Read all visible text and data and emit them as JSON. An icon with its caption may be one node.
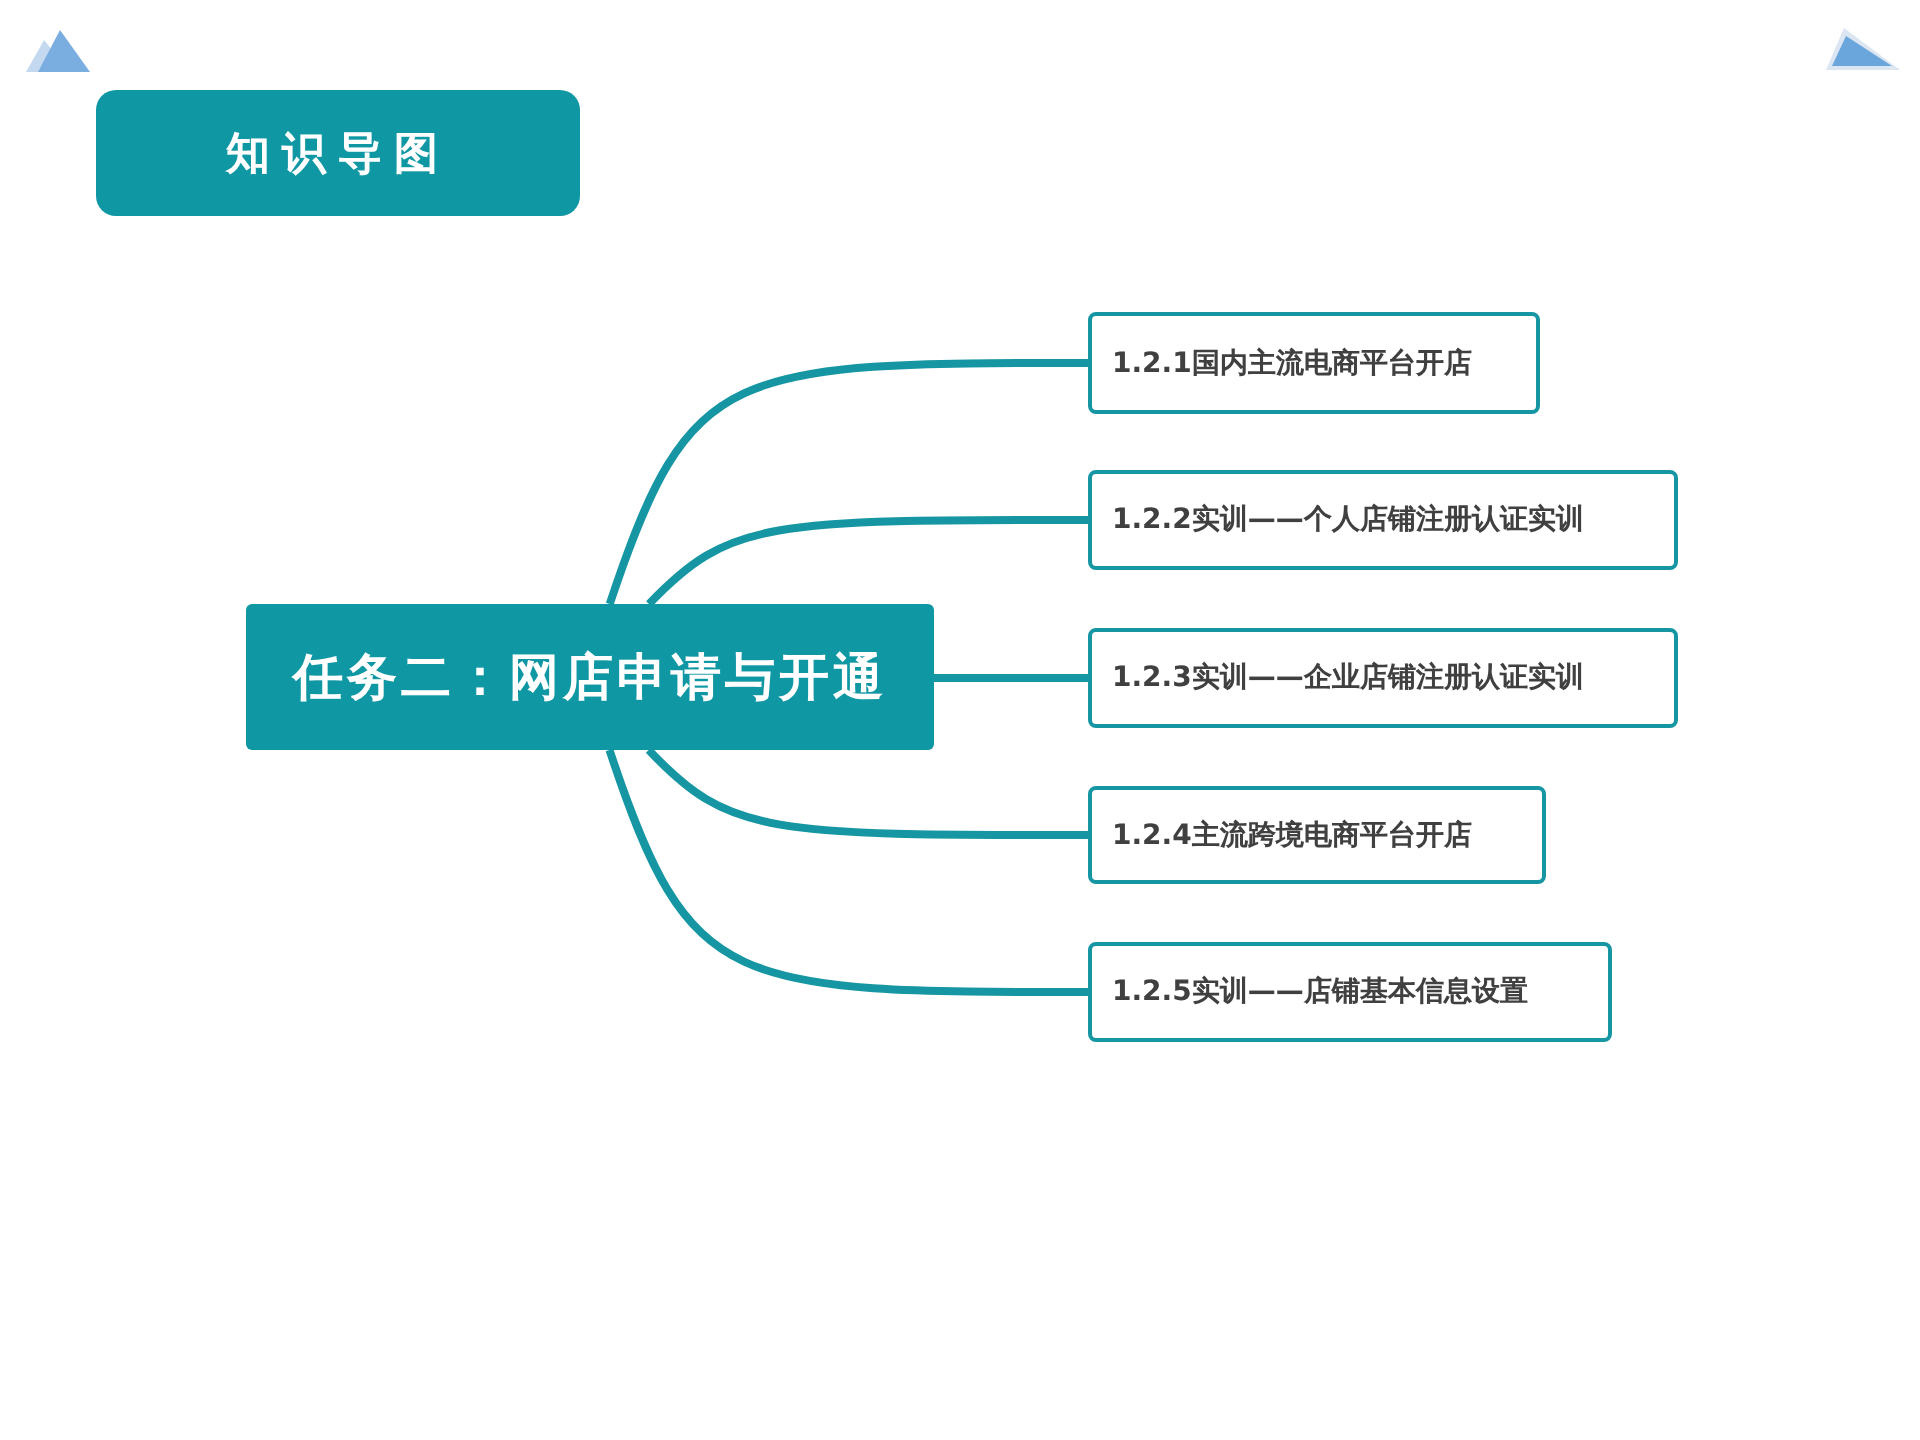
{
  "diagram": {
    "title": "知识导图",
    "nodes": [
      {
        "text": [
          "任务二：网店申请与开通"
        ]
      },
      {
        "text": [
          "1.2.1国内主流电商平台开店"
        ]
      },
      {
        "text": [
          "1.2.2实训——个人店铺注册认证实训"
        ]
      },
      {
        "text": [
          "1.2.3实训——企业店铺注册认证实训"
        ]
      },
      {
        "text": [
          "1.2.4主流跨境电商平台开店"
        ]
      },
      {
        "text": [
          "1.2.5实训——店铺基本信息设置"
        ]
      }
    ],
    "edges": [
      {
        "from": 0,
        "to": 1,
        "arrow": "none"
      },
      {
        "from": 0,
        "to": 2,
        "arrow": "none"
      },
      {
        "from": 0,
        "to": 3,
        "arrow": "none"
      },
      {
        "from": 0,
        "to": 4,
        "arrow": "none"
      },
      {
        "from": 0,
        "to": 5,
        "arrow": "none"
      }
    ]
  }
}
